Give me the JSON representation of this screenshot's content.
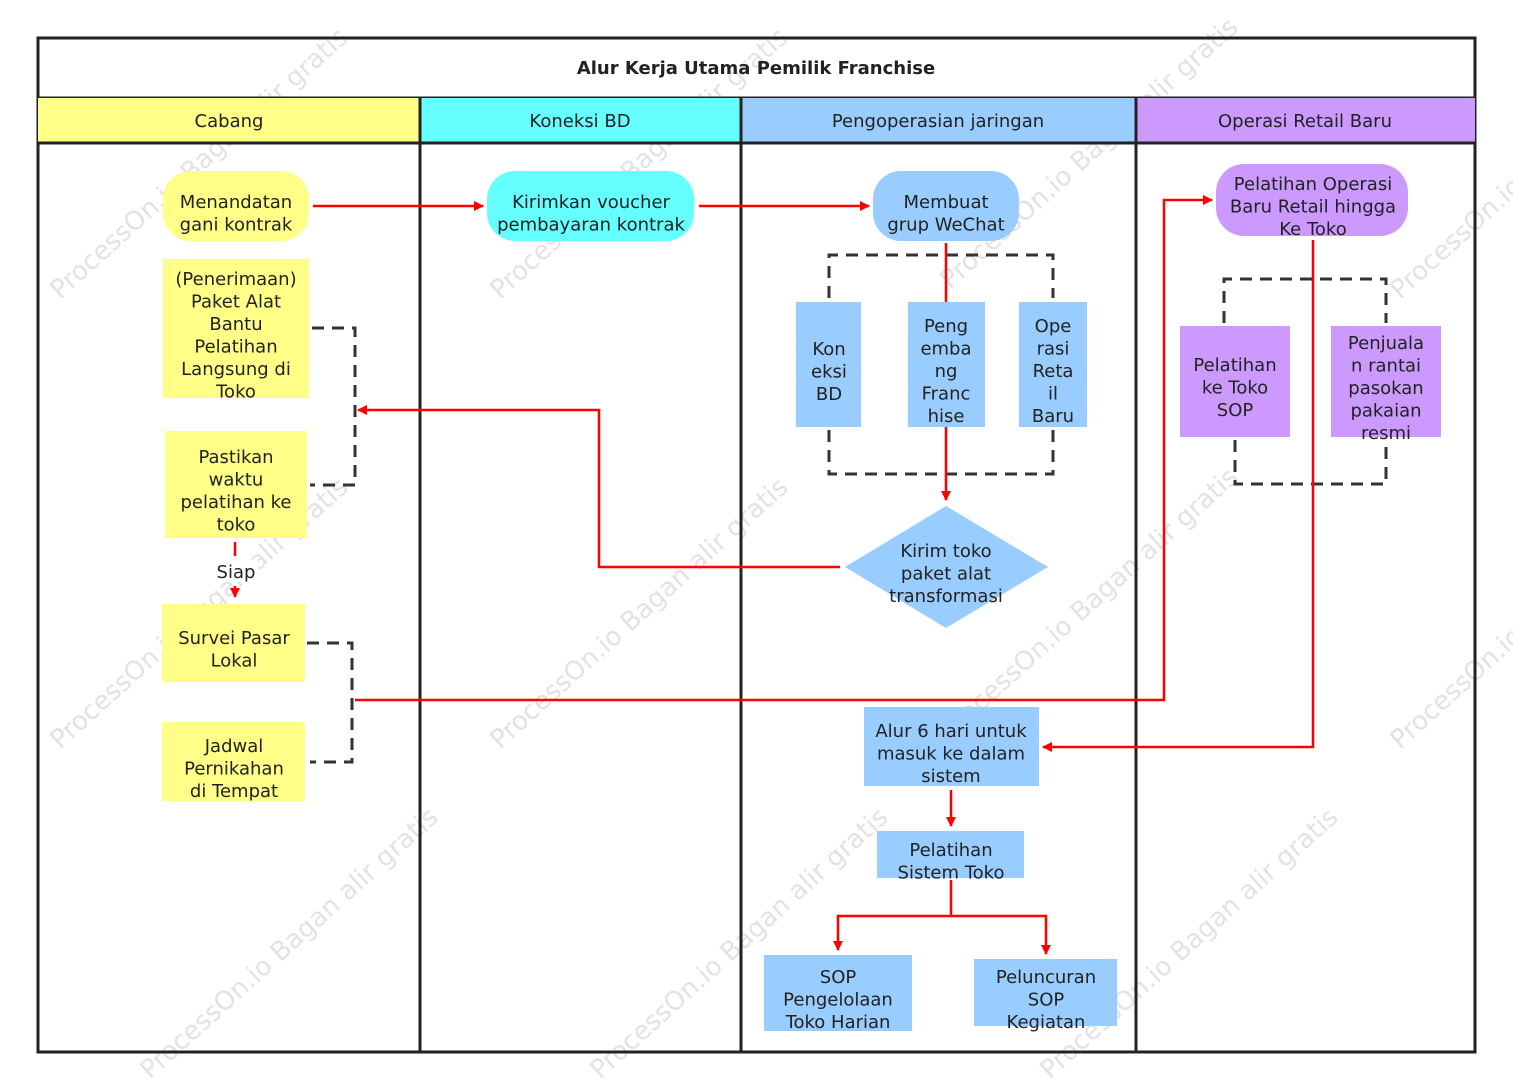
{
  "title": "Alur Kerja Utama Pemilik Franchise",
  "lanes": [
    {
      "id": "cabang",
      "label": "Cabang",
      "color": "#ffff88"
    },
    {
      "id": "koneksi-bd",
      "label": "Koneksi BD",
      "color": "#66ffff"
    },
    {
      "id": "jaringan",
      "label": "Pengoperasian jaringan",
      "color": "#99ccff"
    },
    {
      "id": "retail",
      "label": "Operasi Retail Baru",
      "color": "#cc99ff"
    }
  ],
  "colors": {
    "yellow": "#ffff88",
    "cyan": "#66ffff",
    "blue": "#99ccff",
    "purple": "#cc99ff",
    "arrow": "#ff0000",
    "border": "#222222"
  },
  "nodes": {
    "n1": {
      "lines": [
        "Menandatan",
        "gani kontrak"
      ]
    },
    "n2": {
      "lines": [
        "(Penerimaan)",
        "Paket Alat",
        "Bantu",
        "Pelatihan",
        "Langsung di",
        "Toko"
      ]
    },
    "n3": {
      "lines": [
        "Pastikan",
        "waktu",
        "pelatihan ke",
        "toko"
      ]
    },
    "n4": {
      "lines": [
        "Survei Pasar",
        "Lokal"
      ]
    },
    "n5": {
      "lines": [
        "Jadwal",
        "Pernikahan",
        "di Tempat"
      ]
    },
    "n6": {
      "lines": [
        "Kirimkan voucher",
        "pembayaran kontrak"
      ]
    },
    "n7": {
      "lines": [
        "Membuat",
        "grup WeChat"
      ]
    },
    "n8": {
      "lines": [
        "Kon",
        "eksi",
        "BD"
      ]
    },
    "n9": {
      "lines": [
        "Peng",
        "emba",
        "ng",
        "Franc",
        "hise"
      ]
    },
    "n10": {
      "lines": [
        "Ope",
        "rasi",
        "Reta",
        "il",
        "Baru"
      ]
    },
    "n11": {
      "lines": [
        "Kirim toko",
        "paket alat",
        "transformasi"
      ]
    },
    "n12": {
      "lines": [
        "Alur 6 hari untuk",
        "masuk ke dalam",
        "sistem"
      ]
    },
    "n13": {
      "lines": [
        "Pelatihan",
        "Sistem Toko"
      ]
    },
    "n14": {
      "lines": [
        "SOP",
        "Pengelolaan",
        "Toko Harian"
      ]
    },
    "n15": {
      "lines": [
        "Peluncuran",
        "SOP",
        "Kegiatan"
      ]
    },
    "n16": {
      "lines": [
        "Pelatihan Operasi",
        "Baru Retail hingga",
        "Ke Toko"
      ]
    },
    "n17": {
      "lines": [
        "Pelatihan",
        "ke Toko",
        "SOP"
      ]
    },
    "n18": {
      "lines": [
        "Penjuala",
        "n rantai",
        "pasokan",
        "pakaian",
        "resmi"
      ]
    }
  },
  "edge_labels": {
    "siap": "Siap"
  },
  "watermark": {
    "text_a": "ProcessOn.io Bagan alir gratis"
  }
}
